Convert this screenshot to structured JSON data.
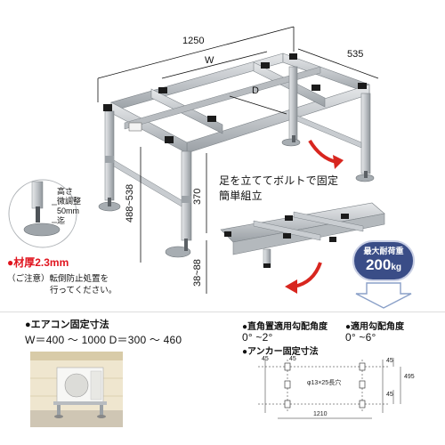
{
  "dimensions": {
    "overall_width": "1250",
    "overall_depth": "535",
    "w_label": "W",
    "d_label": "D",
    "height_range": "488~538",
    "frame_height": "370",
    "foot_range": "38~88"
  },
  "height_note": {
    "lines": [
      "高さ",
      "微調整",
      "50mm",
      "迄"
    ]
  },
  "material": "●材厚2.3mm",
  "caution": {
    "line1": "（ご注意）転倒防止処置を",
    "line2": "行ってください。"
  },
  "assembly": {
    "line1": "足を立ててボルトで固定",
    "line2": "簡単組立"
  },
  "load_badge": {
    "label": "最大耐荷重",
    "value": "200",
    "unit": "kg"
  },
  "aircon_spec": {
    "title": "●エアコン固定寸法",
    "body": "W＝400 ～ 1000  D＝300 ～ 460"
  },
  "angle_right": {
    "title": "●直角置適用勾配角度",
    "value": "0° ~2°"
  },
  "angle_fit": {
    "title": "●適用勾配角度",
    "value": "0° ~6°"
  },
  "anchor": {
    "title": "●アンカー固定寸法",
    "top_left": "45",
    "top_mid": "45",
    "hole": "φ13×25長穴",
    "bottom": "1210",
    "right_top": "45",
    "right_mid": "45",
    "right_total": "495"
  },
  "colors": {
    "steel": "#c4c8cc",
    "steel_dark": "#8d9398",
    "arrow_red": "#d8261f",
    "badge_blue": "#3a4d87",
    "material_red": "#e0141e"
  }
}
